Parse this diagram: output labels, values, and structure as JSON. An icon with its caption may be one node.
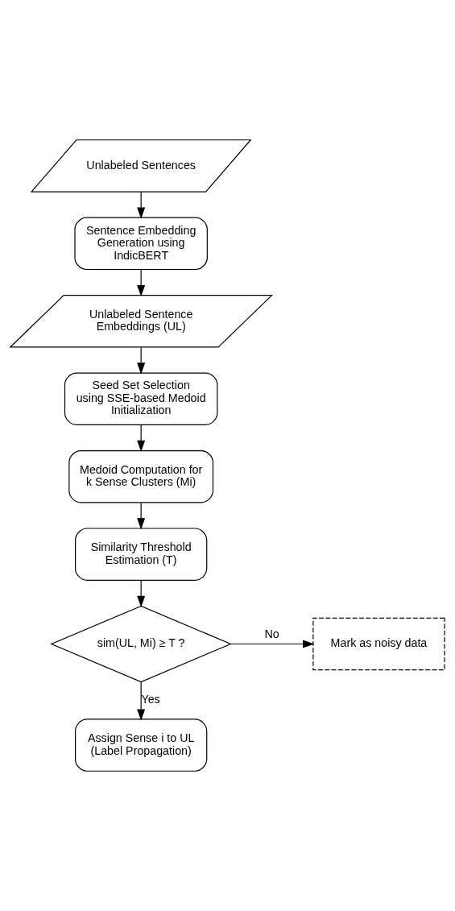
{
  "diagram": {
    "nodes": [
      {
        "text": [
          "Unlabeled Sentences"
        ]
      },
      {
        "text": [
          "Sentence Embedding Generation using IndicBERT"
        ]
      },
      {
        "text": [
          "Unlabeled Sentence Embeddings (UL)"
        ]
      },
      {
        "text": [
          "Seed Set Selection using SSE-based Medoid Initialization"
        ]
      },
      {
        "text": [
          "Medoid Computation for k Sense Clusters (Mi)"
        ]
      },
      {
        "text": [
          "Similarity Threshold Estimation (T)"
        ]
      },
      {
        "text": [
          "sim(UL, Mi) ≥ T ?"
        ]
      },
      {
        "text": [
          "Mark as noisy data"
        ]
      },
      {
        "text": [
          "Assign Sense i to UL (Label Propagation)"
        ]
      }
    ],
    "edges": [
      {
        "from": 0,
        "to": 1,
        "arrow": "to"
      },
      {
        "from": 1,
        "to": 2,
        "arrow": "to"
      },
      {
        "from": 2,
        "to": 3,
        "arrow": "to"
      },
      {
        "from": 3,
        "to": 4,
        "arrow": "to"
      },
      {
        "from": 4,
        "to": 5,
        "arrow": "to"
      },
      {
        "from": 5,
        "to": 6,
        "arrow": "to"
      },
      {
        "from": 6,
        "to": 7,
        "arrow": "to",
        "label": "No"
      },
      {
        "from": 6,
        "to": 8,
        "arrow": "to",
        "label": "Yes"
      }
    ]
  }
}
